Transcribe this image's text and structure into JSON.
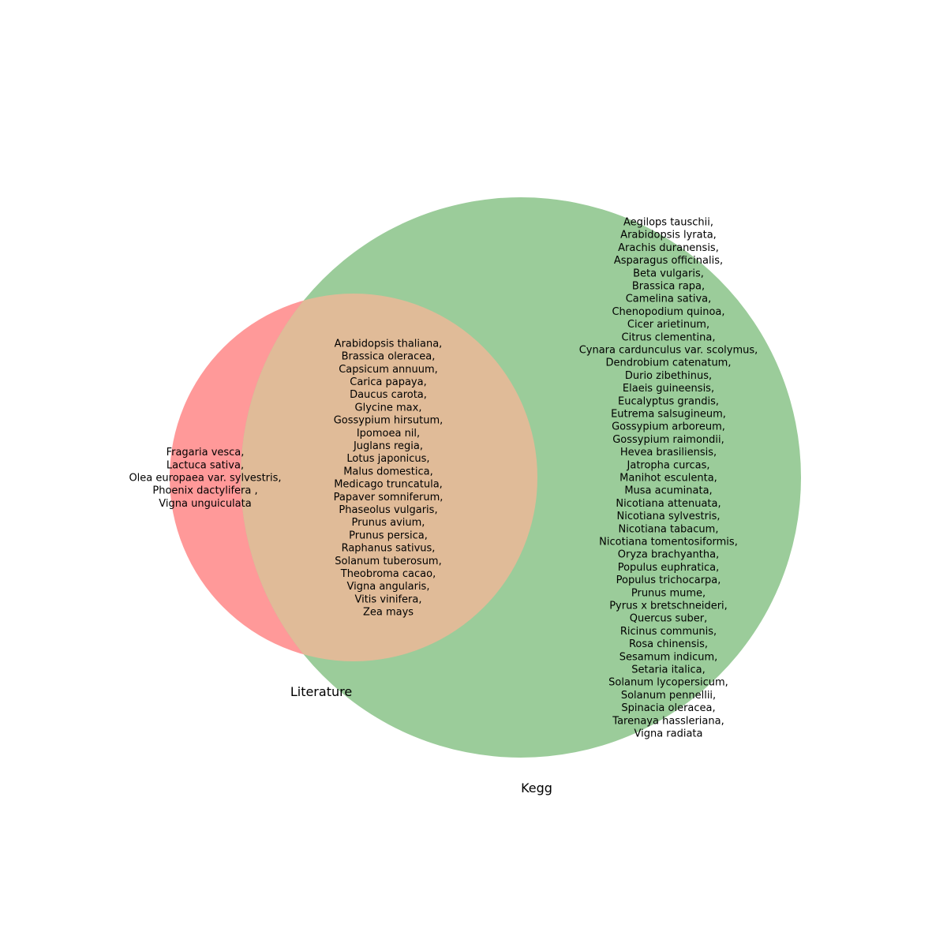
{
  "venn": {
    "colors": {
      "literature_only": "#ff9999",
      "kegg_only": "#9bcc9a",
      "overlap": "#e0bb98"
    },
    "sets": [
      {
        "key": "literature",
        "label": "Literature"
      },
      {
        "key": "kegg",
        "label": "Kegg"
      }
    ],
    "regions": {
      "literature_only": [
        "Fragaria vesca,",
        "Lactuca sativa,",
        "Olea europaea var. sylvestris,",
        "Phoenix dactylifera ,",
        "Vigna unguiculata"
      ],
      "overlap": [
        "Arabidopsis thaliana,",
        "Brassica oleracea,",
        "Capsicum annuum,",
        "Carica papaya,",
        "Daucus carota,",
        "Glycine max,",
        "Gossypium hirsutum,",
        "Ipomoea nil,",
        "Juglans regia,",
        "Lotus japonicus,",
        "Malus domestica,",
        "Medicago truncatula,",
        "Papaver somniferum,",
        "Phaseolus vulgaris,",
        "Prunus avium,",
        "Prunus persica,",
        "Raphanus sativus,",
        "Solanum tuberosum,",
        "Theobroma cacao,",
        "Vigna angularis,",
        "Vitis vinifera,",
        "Zea mays"
      ],
      "kegg_only": [
        "Aegilops tauschii,",
        "Arabidopsis lyrata,",
        "Arachis duranensis,",
        "Asparagus officinalis,",
        "Beta vulgaris,",
        "Brassica rapa,",
        "Camelina sativa,",
        "Chenopodium quinoa,",
        "Cicer arietinum,",
        "Citrus clementina,",
        "Cynara cardunculus var. scolymus,",
        "Dendrobium catenatum,",
        "Durio zibethinus,",
        "Elaeis guineensis,",
        "Eucalyptus grandis,",
        "Eutrema salsugineum,",
        "Gossypium arboreum,",
        "Gossypium raimondii,",
        "Hevea brasiliensis,",
        "Jatropha curcas,",
        "Manihot esculenta,",
        "Musa acuminata,",
        "Nicotiana attenuata,",
        "Nicotiana sylvestris,",
        "Nicotiana tabacum,",
        "Nicotiana tomentosiformis,",
        "Oryza brachyantha,",
        "Populus euphratica,",
        "Populus trichocarpa,",
        "Prunus mume,",
        "Pyrus x bretschneideri,",
        "Quercus suber,",
        "Ricinus communis,",
        "Rosa chinensis,",
        "Sesamum indicum,",
        "Setaria italica,",
        "Solanum lycopersicum,",
        "Solanum pennellii,",
        "Spinacia oleracea,",
        "Tarenaya hassleriana,",
        "Vigna radiata"
      ]
    }
  }
}
